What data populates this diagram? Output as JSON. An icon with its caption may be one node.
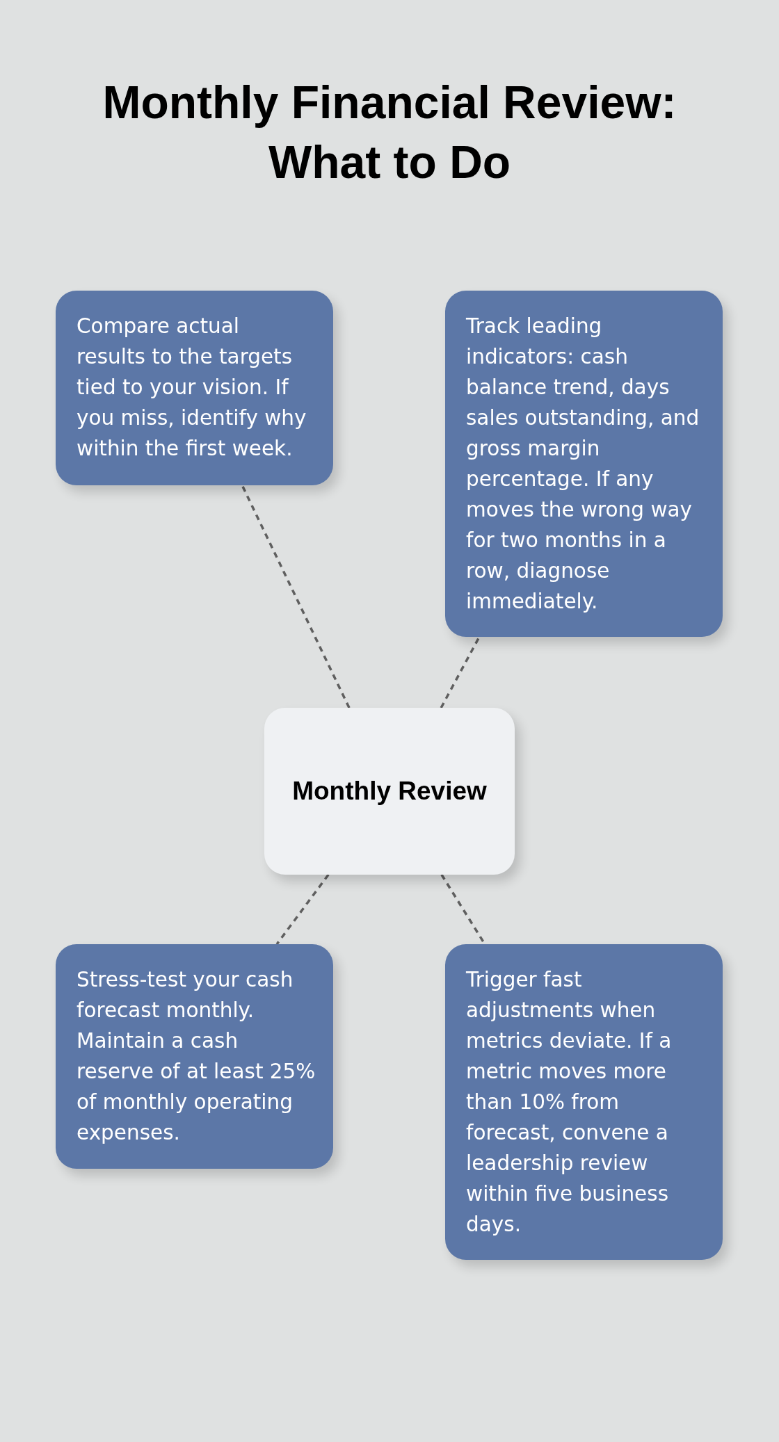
{
  "diagram": {
    "title": "Monthly Financial Review: What to Do",
    "nodes": [
      {
        "text": [
          "Compare actual results to the targets tied to your vision. If you miss, identify why within the first week."
        ]
      },
      {
        "text": [
          "Track leading indicators: cash balance trend, days sales outstanding, and gross margin percentage. If any moves the wrong way for two months in a row, diagnose immediately."
        ]
      },
      {
        "text": [
          "Monthly Review"
        ]
      },
      {
        "text": [
          "Stress-test your cash forecast monthly. Maintain a cash reserve of at least 25% of monthly operating expenses."
        ]
      },
      {
        "text": [
          "Trigger fast adjustments when metrics deviate. If a metric moves more than 10% from forecast, convene a leadership review within five business days."
        ]
      }
    ],
    "edges": [
      {
        "from": 2,
        "to": 0,
        "arrow": "none",
        "style": "dashed"
      },
      {
        "from": 2,
        "to": 1,
        "arrow": "none",
        "style": "dashed"
      },
      {
        "from": 2,
        "to": 3,
        "arrow": "none",
        "style": "dashed"
      },
      {
        "from": 2,
        "to": 4,
        "arrow": "none",
        "style": "dashed"
      }
    ]
  }
}
